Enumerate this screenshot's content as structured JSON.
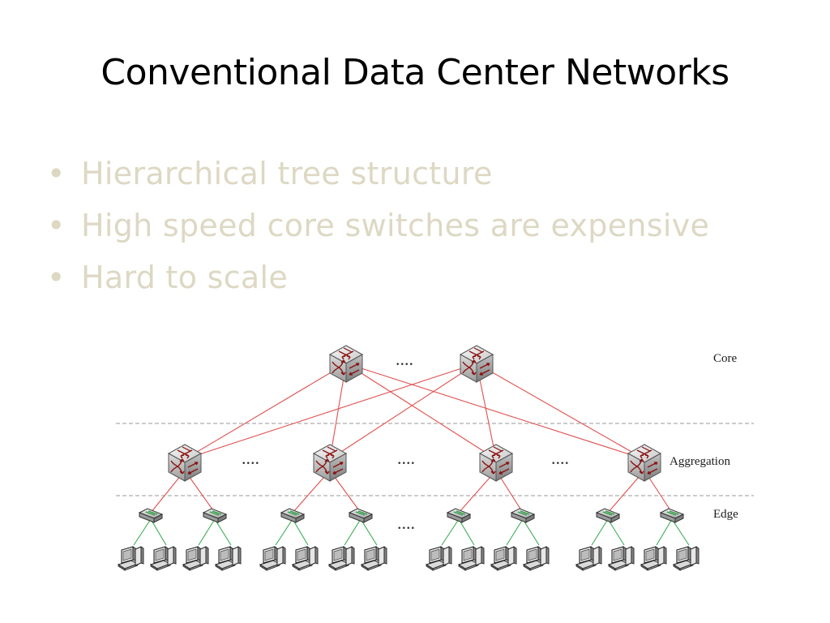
{
  "slide": {
    "title": "Conventional Data Center Networks",
    "bullets": [
      "Hierarchical tree structure",
      "High speed core switches are expensive",
      "Hard to scale"
    ],
    "bullet_marker": "•"
  },
  "colors": {
    "title": "#000000",
    "bullet_text": "#ddd8c4",
    "links_upper": "#e05050",
    "links_edge_host": "#2ea84a",
    "tier_divider": "#9a9a9a"
  },
  "diagram": {
    "tiers": {
      "core": "Core",
      "aggregation": "Aggregation",
      "edge": "Edge"
    },
    "ellipsis": "....",
    "icons": {
      "core_switch": "router-cube-icon",
      "aggregation_switch": "router-cube-icon",
      "edge_switch": "hub-icon",
      "host": "computer-icon"
    }
  }
}
